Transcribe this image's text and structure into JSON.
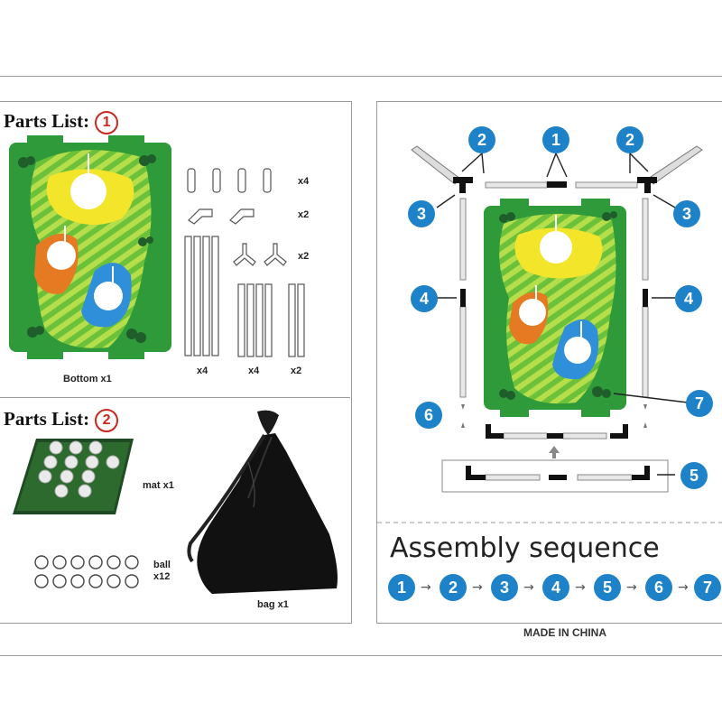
{
  "parts_list_1": {
    "title": "Parts List:",
    "number": "1",
    "items": {
      "bottom": "Bottom  x1",
      "connectors_straight_qty": "x4",
      "connectors_elbow_qty": "x2",
      "connectors_tee_qty": "x2",
      "poles_long_qty": "x4",
      "poles_mid_qty": "x4",
      "poles_short_qty": "x2"
    }
  },
  "parts_list_2": {
    "title": "Parts List:",
    "number": "2",
    "items": {
      "mat": "mat  x1",
      "ball_label": "ball",
      "ball_qty": "x12",
      "bag": "bag  x1"
    }
  },
  "assembly_diagram": {
    "callouts": [
      "1",
      "2",
      "2",
      "3",
      "3",
      "4",
      "4",
      "6",
      "7",
      "5"
    ]
  },
  "assembly_sequence": {
    "title": "Assembly sequence",
    "steps": [
      "1",
      "2",
      "3",
      "4",
      "5",
      "6",
      "7"
    ],
    "arrow": "→"
  },
  "footer": {
    "made_in": "MADE IN CHINA"
  },
  "colors": {
    "badge_blue": "#1e82c8",
    "title_red": "#c8281e",
    "turf_green": "#2e9a3a",
    "fairway_light": "#9bd03c",
    "green_yellow": "#f2e52a",
    "green_orange": "#e67a22",
    "green_blue": "#2f8fd8"
  }
}
